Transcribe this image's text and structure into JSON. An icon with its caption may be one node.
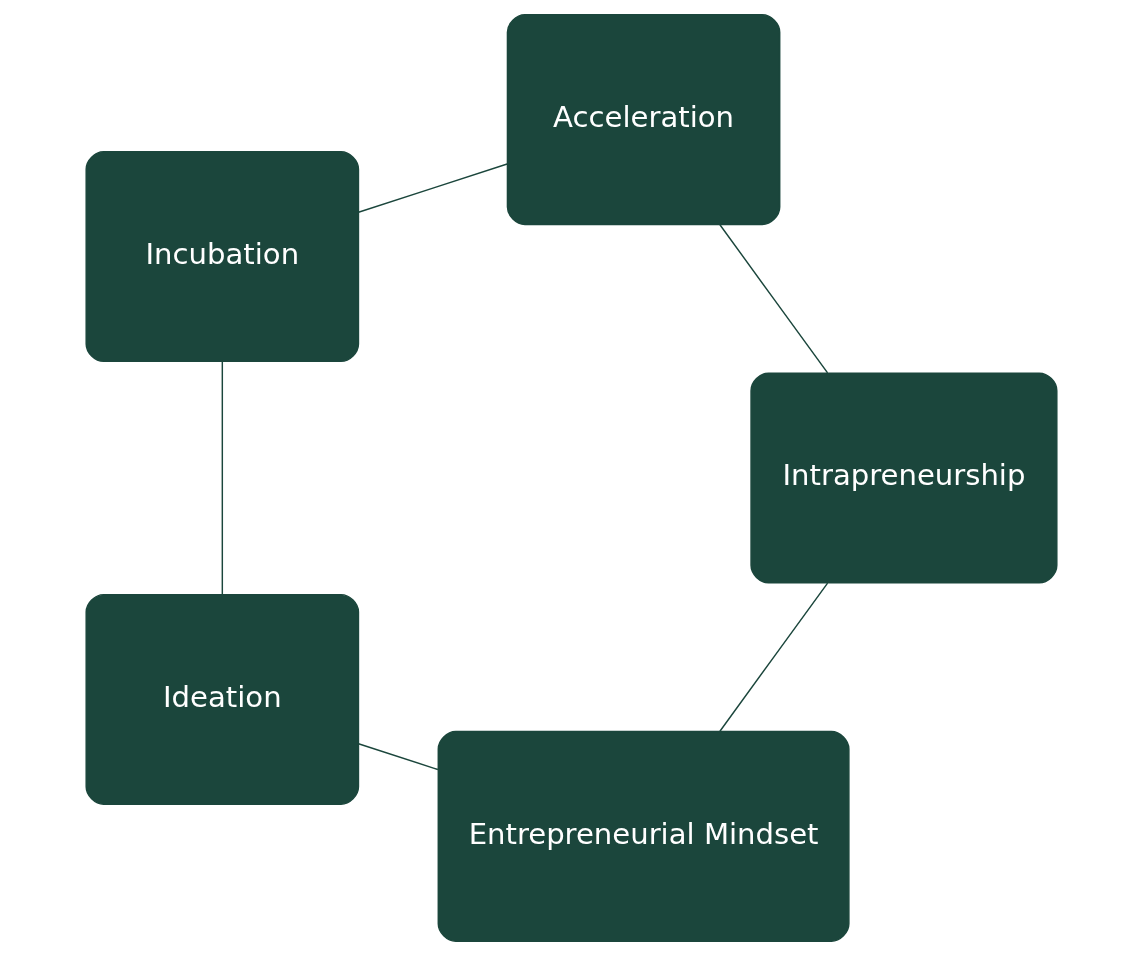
{
  "diagram": {
    "nodes": [
      {
        "text": [
          "Entrepreneurial Mindset"
        ]
      },
      {
        "text": [
          "Ideation"
        ]
      },
      {
        "text": [
          "Incubation"
        ]
      },
      {
        "text": [
          "Acceleration"
        ]
      },
      {
        "text": [
          "Intrapreneurship"
        ]
      }
    ],
    "edges": [
      {
        "from": 0,
        "to": 1,
        "arrow": "none"
      },
      {
        "from": 1,
        "to": 2,
        "arrow": "none"
      },
      {
        "from": 2,
        "to": 3,
        "arrow": "none"
      },
      {
        "from": 3,
        "to": 4,
        "arrow": "none"
      },
      {
        "from": 4,
        "to": 0,
        "arrow": "none"
      }
    ]
  }
}
